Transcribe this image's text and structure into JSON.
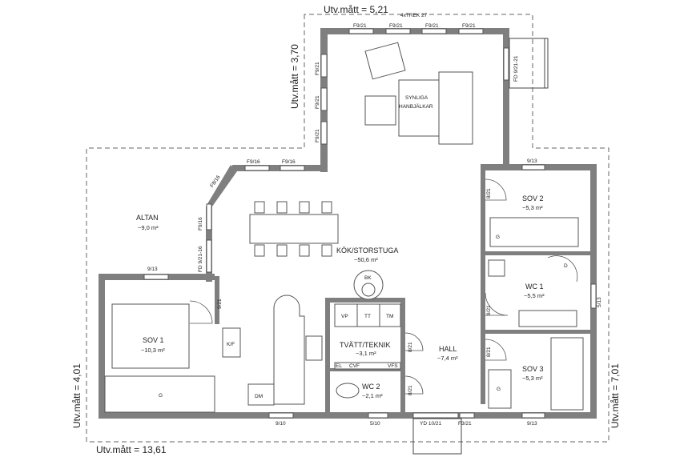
{
  "dimensions": {
    "top_width": "Utv.mått = 5,21",
    "top_height": "Utv.mått = 3,70",
    "left_height": "Utv.mått = 4,01",
    "right_height": "Utv.mått = 7,01",
    "bottom_width": "Utv.mått = 13,61",
    "beams": "4xTREK 27"
  },
  "rooms": {
    "altan": {
      "name": "ALTAN",
      "area": "~9,0 m²"
    },
    "kok": {
      "name": "KÖK/STORSTUGA",
      "area": "~50,6 m²"
    },
    "sov1": {
      "name": "SOV 1",
      "area": "~10,3 m²"
    },
    "sov2": {
      "name": "SOV 2",
      "area": "~5,3 m²"
    },
    "sov3": {
      "name": "SOV 3",
      "area": "~5,3 m²"
    },
    "wc1": {
      "name": "WC 1",
      "area": "~5,5 m²"
    },
    "wc2": {
      "name": "WC 2",
      "area": "~2,1 m²"
    },
    "tvatt": {
      "name": "TVÄTT/TEKNIK",
      "area": "~3,1 m²"
    },
    "hall": {
      "name": "HALL",
      "area": "~7,4 m²"
    }
  },
  "annotations": {
    "beams_line1": "SYNLIGA",
    "beams_line2": "HANBJÄLKAR",
    "bk": "BK",
    "kf": "K/F",
    "dm": "DM",
    "vp": "VP",
    "tt": "TT",
    "tm": "TM",
    "el": "EL",
    "cvf": "CVF",
    "vfs": "VFS",
    "g_sov1": "G",
    "g_sov2": "G",
    "g_sov3": "G",
    "d_wc1": "D"
  },
  "windows": {
    "top1": "F9/21",
    "top2": "F9/21",
    "top3": "F9/21",
    "top4": "F9/21",
    "left1": "F9/21",
    "left2": "F9/21",
    "left3": "F9/21",
    "fd_top": "FD 9/21-21",
    "altan1": "F9/16",
    "altan2": "F9/16",
    "diag": "F8/16",
    "vert": "F9/16",
    "fd_altan": "FD 9/21-16",
    "sov1_top": "9/13",
    "sov2_top": "9/13",
    "wc1_right": "5/13",
    "bottom_910": "9/10",
    "bottom_510": "5/10",
    "yd": "YD 10/21",
    "f321": "F3/21",
    "bottom_913": "9/13"
  },
  "doors": {
    "sov1": "9/21",
    "sov2": "8/21",
    "wc1": "9/21",
    "sov3": "8/21",
    "tvatt": "8/21",
    "wc2": "8/21"
  }
}
